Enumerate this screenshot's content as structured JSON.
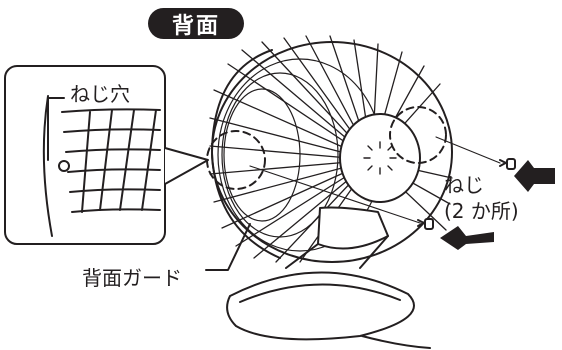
{
  "header": {
    "title": "背面"
  },
  "callouts": {
    "screw_hole": "ねじ穴",
    "screw": "ねじ",
    "screw_count": "(2 か所)",
    "rear_guard": "背面ガード"
  },
  "colors": {
    "ink": "#231f20",
    "paper": "#ffffff"
  },
  "icons": [
    "arrow-icon",
    "screw-icon"
  ]
}
